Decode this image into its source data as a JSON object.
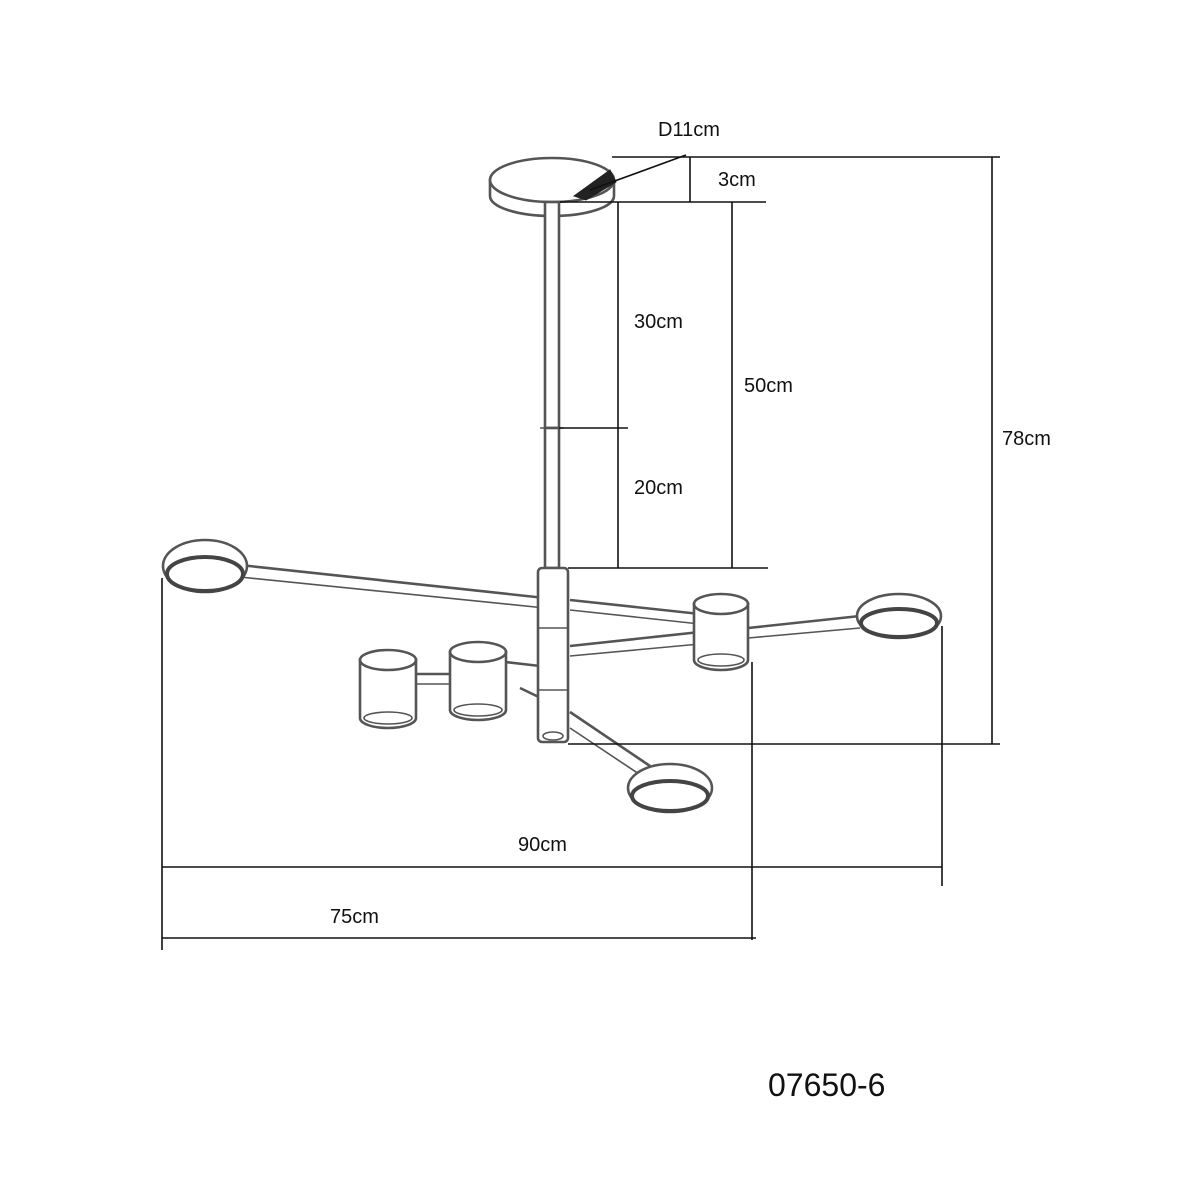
{
  "drawing": {
    "model_number": "07650-6",
    "dimensions": {
      "canopy_diameter": "D11cm",
      "canopy_height": "3cm",
      "upper_rod": "30cm",
      "lower_rod": "20cm",
      "rod_total": "50cm",
      "overall_height": "78cm",
      "overall_width": "90cm",
      "partial_width": "75cm"
    }
  }
}
